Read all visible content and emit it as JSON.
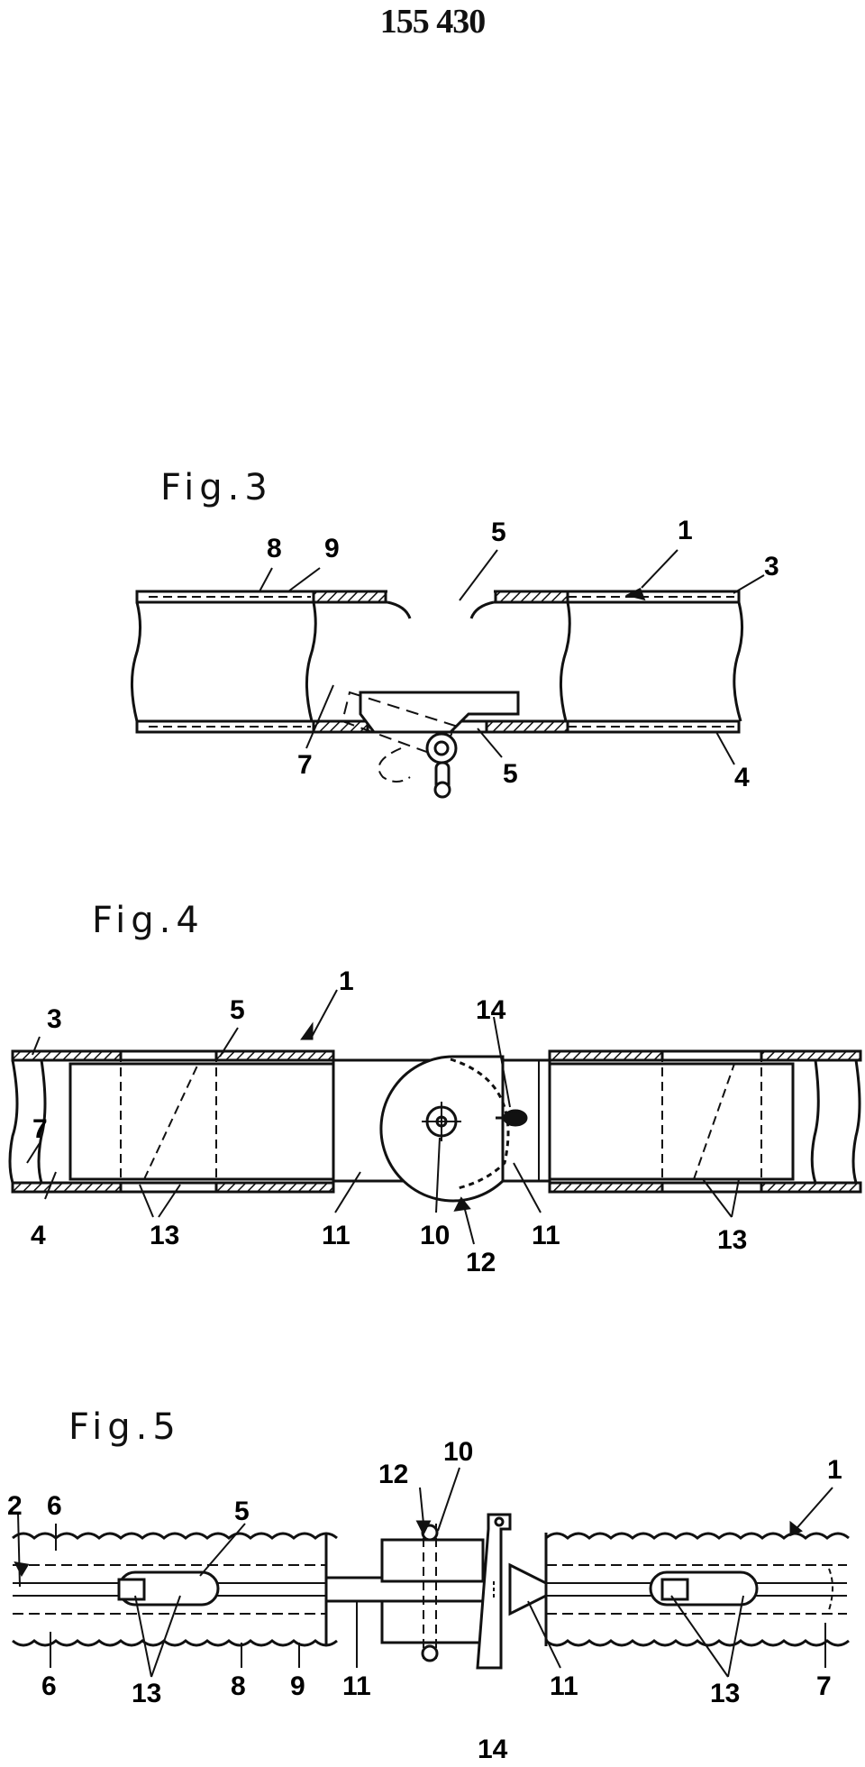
{
  "document_number": "155 430",
  "figures": [
    {
      "title": "Fig.3",
      "labels": {
        "l8": "8",
        "l9": "9",
        "l5a": "5",
        "l1": "1",
        "l3": "3",
        "l7": "7",
        "l5b": "5",
        "l4": "4"
      }
    },
    {
      "title": "Fig.4",
      "labels": {
        "l3": "3",
        "l5": "5",
        "l1": "1",
        "l14": "14",
        "l7": "7",
        "l4": "4",
        "l13a": "13",
        "l11a": "11",
        "l10": "10",
        "l12": "12",
        "l11b": "11",
        "l13b": "13"
      }
    },
    {
      "title": "Fig.5",
      "labels": {
        "l2": "2",
        "l6a": "6",
        "l5": "5",
        "l12": "12",
        "l10": "10",
        "l1": "1",
        "l6b": "6",
        "l13a": "13",
        "l8": "8",
        "l9": "9",
        "l11a": "11",
        "l14": "14",
        "l11b": "11",
        "l13b": "13",
        "l7": "7"
      }
    }
  ]
}
